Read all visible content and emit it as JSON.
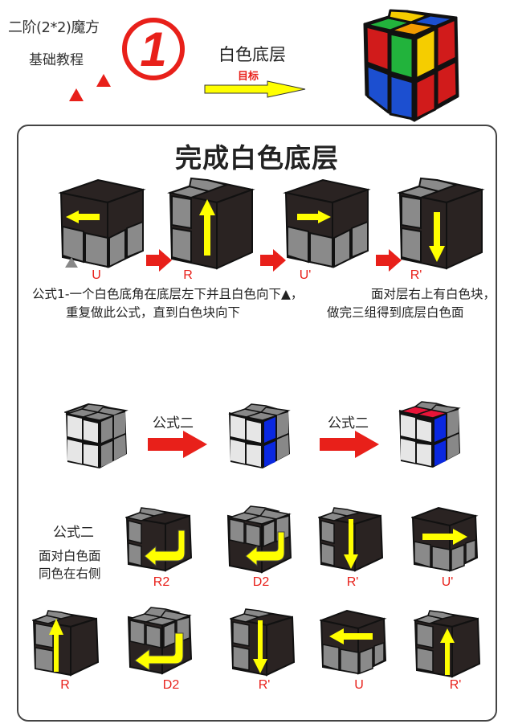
{
  "header": {
    "title_line1": "二阶(2*2)魔方",
    "title_line2": "基础教程",
    "step_number": "1",
    "goal_title": "白色底层",
    "goal_subtitle": "目标"
  },
  "colors": {
    "accent_red": "#e8201a",
    "arrow_yellow": "#ffff00",
    "cube_dark": "#2a2322",
    "cube_gray": "#8a8a8a",
    "cube_white": "#e6e6e6",
    "cube_blue": "#0a28e0"
  },
  "panel": {
    "title": "完成白色底层",
    "row1": {
      "moves": [
        "U",
        "R",
        "U'",
        "R'"
      ],
      "description_line1_left": "公式1-一个白色底角在底层左下并且白色向下▲，",
      "description_line1_right": "面对层右上有白色块，",
      "description_line2_left": "重复做此公式，直到白色块向下",
      "description_line2_right": "做完三组得到底层白色面"
    },
    "row2": {
      "arrow_labels": [
        "公式二",
        "公式二"
      ]
    },
    "row3": {
      "label": "公式二",
      "hint_line1": "面对白色面",
      "hint_line2": "同色在右侧",
      "moves": [
        "R2",
        "D2",
        "R'",
        "U'"
      ]
    },
    "row4": {
      "moves": [
        "R",
        "D2",
        "R'",
        "U",
        "R'"
      ]
    }
  }
}
